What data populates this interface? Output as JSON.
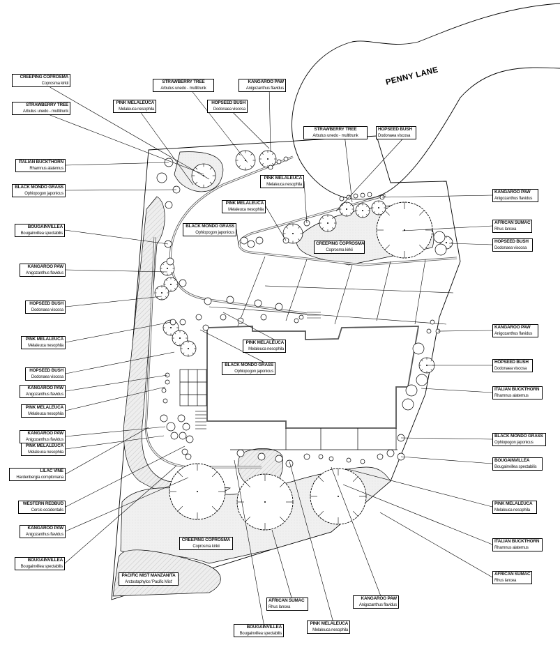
{
  "street_name": "PENNY LANE",
  "colors": {
    "line": "#000000",
    "hatch_fill": "#e8e8e8",
    "paper": "#ffffff"
  },
  "labels": [
    {
      "id": "l1",
      "common": "CREEPING COPROSMA",
      "botanical": "Coprosma kirkii"
    },
    {
      "id": "l2",
      "common": "STRAWBERRY TREE",
      "botanical": "Arbutus unedo - multitrunk"
    },
    {
      "id": "l3",
      "common": "STRAWBERRY TREE",
      "botanical": "Arbutus unedo - multitrunk"
    },
    {
      "id": "l4",
      "common": "KANGAROO PAW",
      "botanical": "Anigozanthus flavidus"
    },
    {
      "id": "l5",
      "common": "PINK MELALEUCA",
      "botanical": "Melaleuca nesophila"
    },
    {
      "id": "l6",
      "common": "HOPSEED BUSH",
      "botanical": "Dodonaea viscosa"
    },
    {
      "id": "l7",
      "common": "STRAWBERRY TREE",
      "botanical": "Arbutus unedo - multitrunk"
    },
    {
      "id": "l8",
      "common": "HOPSEED BUSH",
      "botanical": "Dodonaea viscosa"
    },
    {
      "id": "l9",
      "common": "ITALIAN BUCKTHORN",
      "botanical": "Rhamnus alaternus"
    },
    {
      "id": "l10",
      "common": "BLACK MONDO GRASS",
      "botanical": "Ophiopogon japonicus"
    },
    {
      "id": "l11",
      "common": "PINK MELALEUCA",
      "botanical": "Melaleuca nesophila"
    },
    {
      "id": "l12",
      "common": "PINK MELALEUCA",
      "botanical": "Melaleuca nesophila"
    },
    {
      "id": "l13",
      "common": "KANGAROO PAW",
      "botanical": "Anigozanthus flavidus"
    },
    {
      "id": "l14",
      "common": "BOUGAINVILLEA",
      "botanical": "Bougainvillea spectabilis"
    },
    {
      "id": "l15",
      "common": "BLACK MONDO GRASS",
      "botanical": "Ophiopogon japonicus"
    },
    {
      "id": "l16",
      "common": "AFRICAN SUMAC",
      "botanical": "Rhus lancea"
    },
    {
      "id": "l17",
      "common": "CREEPING COPROSMA",
      "botanical": "Coprosma kirkii"
    },
    {
      "id": "l18",
      "common": "HOPSEED BUSH",
      "botanical": "Dodonaea viscosa"
    },
    {
      "id": "l19",
      "common": "KANGAROO PAW",
      "botanical": "Anigozanthus flavidus"
    },
    {
      "id": "l20",
      "common": "HOPSEED BUSH",
      "botanical": "Dodonaea viscosa"
    },
    {
      "id": "l21",
      "common": "PINK MELALEUCA",
      "botanical": "Melaleuca nesophila"
    },
    {
      "id": "l22",
      "common": "PINK MELALEUCA",
      "botanical": "Melaleuca nesophila"
    },
    {
      "id": "l23",
      "common": "BLACK MONDO GRASS",
      "botanical": "Ophiopogon japonicus"
    },
    {
      "id": "l24",
      "common": "KANGAROO PAW",
      "botanical": "Anigozanthus flavidus"
    },
    {
      "id": "l25",
      "common": "HOPSEED BUSH",
      "botanical": "Dodonaea viscosa"
    },
    {
      "id": "l26",
      "common": "HOPSEED BUSH",
      "botanical": "Dodonaea viscosa"
    },
    {
      "id": "l27",
      "common": "KANGAROO PAW",
      "botanical": "Anigozanthus flavidus"
    },
    {
      "id": "l28",
      "common": "PINK MELALEUCA",
      "botanical": "Melaleuca nesophila"
    },
    {
      "id": "l29",
      "common": "ITALIAN BUCKTHORN",
      "botanical": "Rhamnus alaternus"
    },
    {
      "id": "l30",
      "common": "KANGAROO PAW",
      "botanical": "Anigozanthus flavidus"
    },
    {
      "id": "l31",
      "common": "PINK MELALEUCA",
      "botanical": "Melaleuca nesophila"
    },
    {
      "id": "l32",
      "common": "BLACK MONDO GRASS",
      "botanical": "Ophiopogon japonicus"
    },
    {
      "id": "l33",
      "common": "LILAC VINE",
      "botanical": "Hardenbergia comptoniana"
    },
    {
      "id": "l34",
      "common": "BOUGAINVILLEA",
      "botanical": "Bougainvillea spectabilis"
    },
    {
      "id": "l35",
      "common": "WESTERN REDBUD",
      "botanical": "Cercis occidentalis"
    },
    {
      "id": "l36",
      "common": "PINK MELALEUCA",
      "botanical": "Melaleuca nesophila"
    },
    {
      "id": "l37",
      "common": "KANGAROO PAW",
      "botanical": "Anigozanthus flavidus"
    },
    {
      "id": "l38",
      "common": "ITALIAN BUCKTHORN",
      "botanical": "Rhamnus alaternus"
    },
    {
      "id": "l39",
      "common": "CREEPING COPROSMA",
      "botanical": "Coprosma kirkii"
    },
    {
      "id": "l40",
      "common": "BOUGAINVILLEA",
      "botanical": "Bougainvillea spectabilis"
    },
    {
      "id": "l41",
      "common": "AFRICAN SUMAC",
      "botanical": "Rhus lancea"
    },
    {
      "id": "l42",
      "common": "PACIFIC MIST MANZANITA",
      "botanical": "Arctostaphylos 'Pacific Mist'"
    },
    {
      "id": "l43",
      "common": "AFRICAN SUMAC",
      "botanical": "Rhus lancea"
    },
    {
      "id": "l44",
      "common": "KANGAROO PAW",
      "botanical": "Anigozanthus flavidus"
    },
    {
      "id": "l45",
      "common": "BOUGAINVILLEA",
      "botanical": "Bougainvillea spectabilis"
    },
    {
      "id": "l46",
      "common": "PINK MELALEUCA",
      "botanical": "Melaleuca nesophila"
    }
  ]
}
